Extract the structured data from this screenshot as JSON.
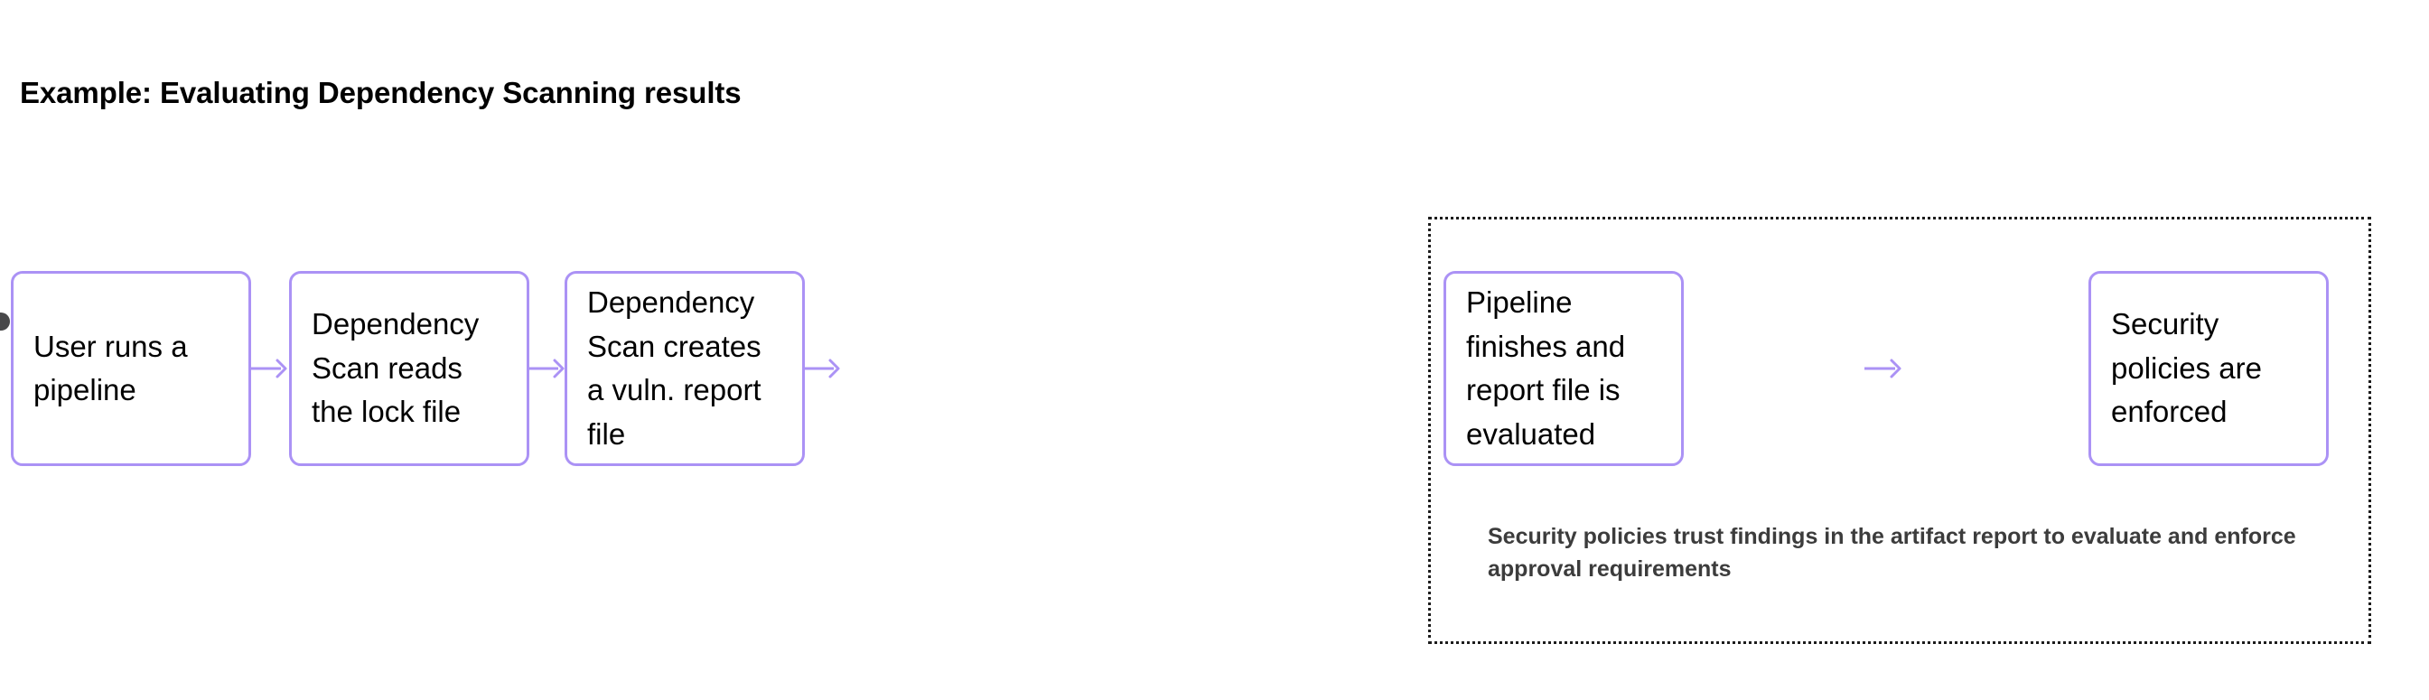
{
  "title": "Example: Evaluating Dependency Scanning results",
  "colors": {
    "node_border": "#ab92f5",
    "node_background": "#ffffff",
    "connector": "#ab92f5",
    "group_border": "#1c1c1c",
    "title_text": "#000000",
    "node_text": "#000000",
    "caption_text": "#3c3c3c",
    "origin_dot": "#48484a",
    "page_background": "#ffffff"
  },
  "flow": {
    "nodes": [
      {
        "id": "node-1",
        "label": "User runs a pipeline"
      },
      {
        "id": "node-2",
        "label": "Dependency Scan reads the lock file"
      },
      {
        "id": "node-3",
        "label": "Dependency Scan creates a vuln. report file"
      },
      {
        "id": "node-4",
        "label": "Pipeline finishes and report file is evaluated"
      },
      {
        "id": "node-5",
        "label": "Security policies are enforced"
      }
    ],
    "connectors": [
      {
        "id": "connector-1",
        "from": "node-1",
        "to": "node-2",
        "icon": "arrow-right-icon"
      },
      {
        "id": "connector-2",
        "from": "node-2",
        "to": "node-3",
        "icon": "arrow-right-icon"
      },
      {
        "id": "connector-3",
        "from": "node-3",
        "to": "node-4",
        "icon": "arrow-right-icon"
      },
      {
        "id": "connector-4",
        "from": "node-4",
        "to": "node-5",
        "icon": "arrow-right-icon"
      }
    ],
    "group": {
      "contains": [
        "node-4",
        "node-5"
      ],
      "border_style": "dotted",
      "caption": "Security policies trust findings in the artifact report to evaluate and enforce approval requirements"
    }
  }
}
